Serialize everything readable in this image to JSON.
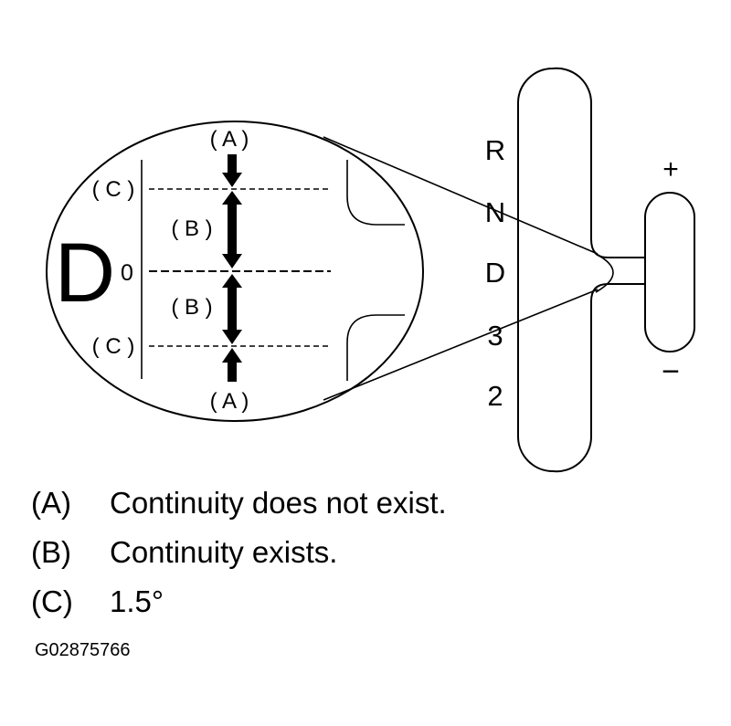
{
  "diagram": {
    "selector_positions": [
      "R",
      "N",
      "D",
      "3",
      "2"
    ],
    "switch_terminals": {
      "positive": "+",
      "negative": "−"
    },
    "detail": {
      "position_letter": "D",
      "zero_mark": "0",
      "labels": {
        "a_top": "( A )",
        "c_top": "( C )",
        "b_top": "( B )",
        "b_bottom": "( B )",
        "c_bottom": "( C )",
        "a_bottom": "( A )"
      }
    }
  },
  "legend": [
    {
      "key": "(A)",
      "text": "Continuity does not exist."
    },
    {
      "key": "(B)",
      "text": "Continuity exists."
    },
    {
      "key": "(C)",
      "text": "1.5°"
    }
  ],
  "figure_id": "G02875766"
}
